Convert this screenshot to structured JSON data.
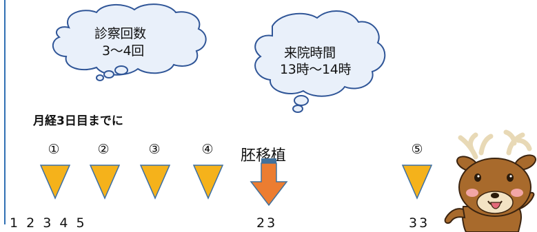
{
  "cloud_visits": {
    "line1": "診察回数",
    "line2": "3〜4回"
  },
  "cloud_time": {
    "line1": "来院時間",
    "line2": "13時〜14時"
  },
  "heading": "月経3日目までに",
  "markers": [
    "①",
    "②",
    "③",
    "④",
    "⑤"
  ],
  "transfer_label": "胚移植",
  "day_labels": {
    "first": "1 2 3 4 5",
    "transfer": "23",
    "last": "33"
  },
  "colors": {
    "triangle": "#f5b21b",
    "triangle_outline": "#3a6ea5",
    "arrow": "#ec7d31",
    "arrow_outline": "#41719c",
    "cloud_fill": "#e9f0fa",
    "cloud_outline": "#2f5597",
    "deer": "#a86a2c"
  },
  "icons": [
    "speech-cloud",
    "down-triangle",
    "down-arrow",
    "deer-mascot"
  ]
}
